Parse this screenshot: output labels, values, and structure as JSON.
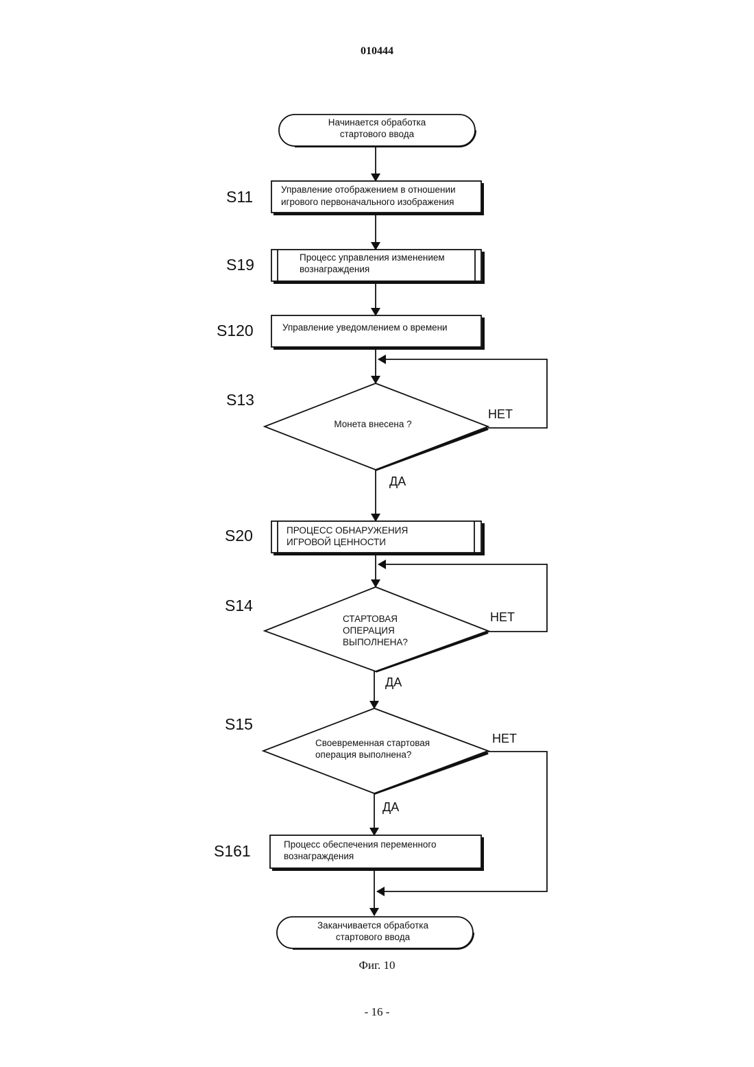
{
  "header": {
    "document_number": "010444"
  },
  "flowchart": {
    "start": [
      "Начинается обработка",
      "стартового ввода"
    ],
    "s11": {
      "label": "S11",
      "text": [
        "Управление отображением в отношении",
        "игрового первоначального изображения"
      ]
    },
    "s19": {
      "label": "S19",
      "text": [
        "Процесс управления изменением",
        "вознаграждения"
      ]
    },
    "s120": {
      "label": "S120",
      "text": [
        "Управление уведомлением о времени"
      ]
    },
    "s13": {
      "label": "S13",
      "text": [
        "Монета внесена ?"
      ],
      "no": "НЕТ",
      "yes": "ДА"
    },
    "s20": {
      "label": "S20",
      "text": [
        "ПРОЦЕСС ОБНАРУЖЕНИЯ",
        "ИГРОВОЙ ЦЕННОСТИ"
      ]
    },
    "s14": {
      "label": "S14",
      "text": [
        "СТАРТОВАЯ",
        "ОПЕРАЦИЯ",
        "ВЫПОЛНЕНА?"
      ],
      "no": "НЕТ",
      "yes": "ДА"
    },
    "s15": {
      "label": "S15",
      "text": [
        "Своевременная стартовая",
        "операция выполнена?"
      ],
      "no": "НЕТ",
      "yes": "ДА"
    },
    "s161": {
      "label": "S161",
      "text": [
        "Процесс обеспечения переменного",
        "вознаграждения"
      ]
    },
    "end": [
      "Заканчивается обработка",
      "стартового ввода"
    ]
  },
  "footer": {
    "caption": "Фиг. 10",
    "page_number": "- 16 -"
  }
}
